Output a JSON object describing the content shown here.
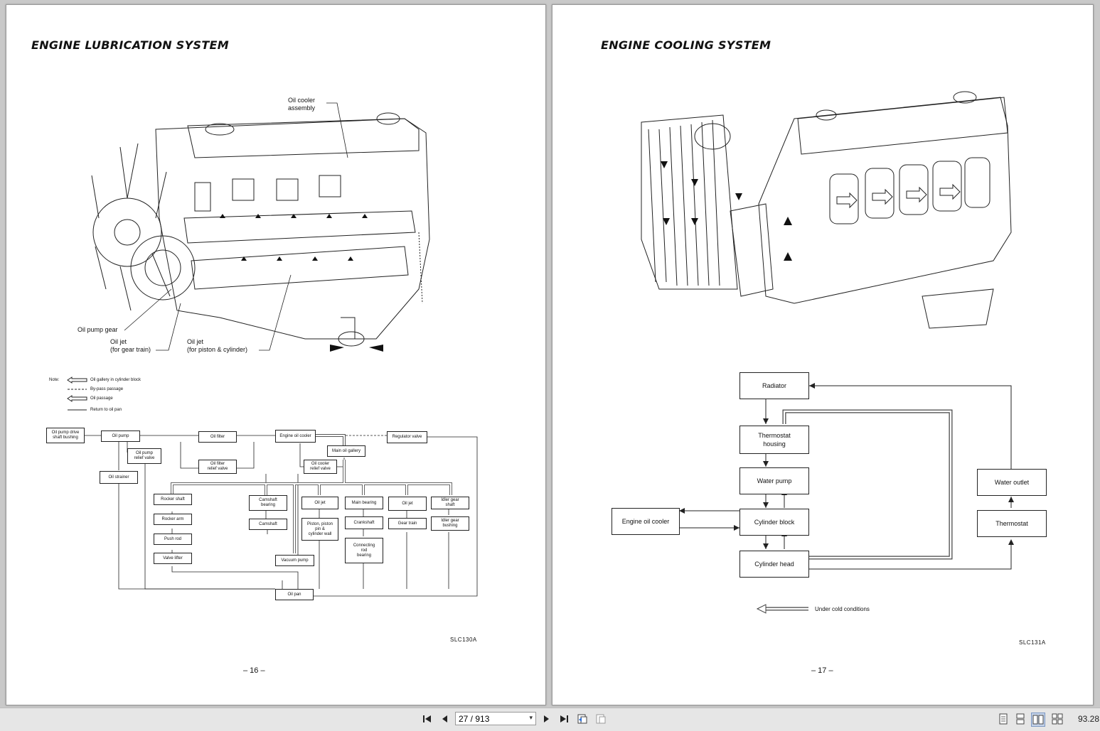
{
  "left_page": {
    "title": "ENGINE LUBRICATION SYSTEM",
    "callouts": {
      "oil_cooler": "Oil cooler\nassembly",
      "oil_pump_gear": "Oil pump gear",
      "oil_jet_gear": "Oil jet\n(for gear train)",
      "oil_jet_piston": "Oil jet\n(for piston & cylinder)"
    },
    "note": {
      "label": "Note:",
      "items": [
        "Oil gallery in cylinder block",
        "By-pass passage",
        "Oil passage",
        "Return to oil pan"
      ]
    },
    "flow": {
      "drive": "Oil pump drive\nshaft bushing",
      "pump": "Oil pump",
      "filter": "Oil filter",
      "cooler": "Engine oil cooler",
      "regulator": "Regulator valve",
      "relief": "Oil pump\nrelief valve",
      "filter_relief": "Oil filter\nrelief valve",
      "cooler_relief": "Oil cooler\nrelief valve",
      "gallery": "Main oil gallery",
      "strainer": "Oil strainer",
      "rocker_shaft": "Rocker shaft",
      "rocker_arm": "Rocker arm",
      "push_rod": "Push rod",
      "valve_lifter": "Valve lifter",
      "cam_bearing": "Camshaft\nbearing",
      "camshaft": "Camshaft",
      "oil_jet1": "Oil jet",
      "piston": "Piston, piston\npin &\ncylinder wall",
      "main_bearing": "Main bearing",
      "crankshaft": "Crankshaft",
      "conrod": "Connecting\nrod\nbearing",
      "oil_jet2": "Oil jet",
      "gear_train": "Gear train",
      "idler_shaft": "Idler gear\nshaft",
      "idler_bushing": "Idler gear\nbushing",
      "vacuum": "Vacuum pump",
      "oil_pan": "Oil pan"
    },
    "code": "SLC130A",
    "page_number": "– 16 –"
  },
  "right_page": {
    "title": "ENGINE COOLING SYSTEM",
    "flow": {
      "radiator": "Radiator",
      "thermostat_housing": "Thermostat\nhousing",
      "water_pump": "Water pump",
      "cylinder_block": "Cylinder block",
      "cylinder_head": "Cylinder head",
      "engine_oil_cooler": "Engine oil cooler",
      "water_outlet": "Water outlet",
      "thermostat": "Thermostat"
    },
    "legend": "Under cold conditions",
    "code": "SLC131A",
    "page_number": "– 17 –"
  },
  "toolbar": {
    "page_indicator": "27 / 913",
    "zoom": "93.28"
  }
}
